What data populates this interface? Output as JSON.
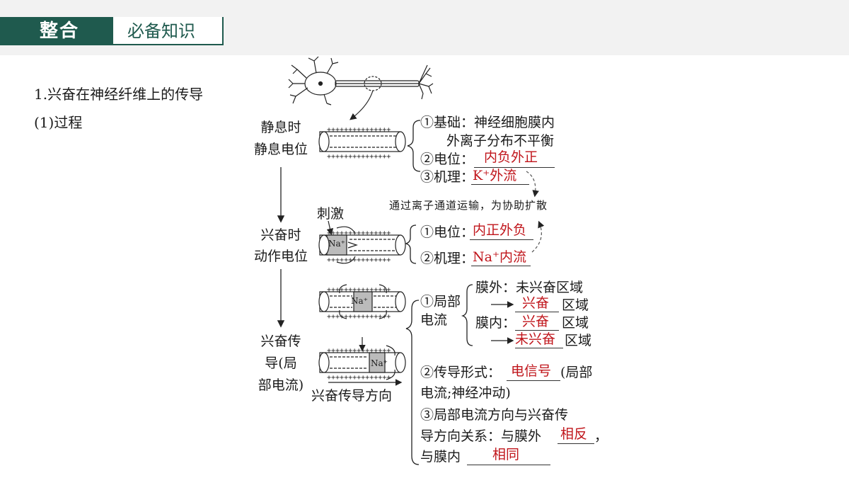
{
  "header": {
    "tab_title": "整合",
    "tab_subtitle": "必备知识"
  },
  "section": {
    "heading": "1.兴奋在神经纤维上的传导",
    "subheading": "(1)过程"
  },
  "resting": {
    "stage_line1": "静息时",
    "stage_line2": "静息电位",
    "basis_line1": "①基础：神经细胞膜内",
    "basis_line2": "外离子分布不平衡",
    "potential_label": "②电位：",
    "potential_answer": "内负外正",
    "mechanism_label": "③机理：",
    "mechanism_answer": "K⁺外流"
  },
  "transport_note": "通过离子通道运输，为协助扩散",
  "stimulus_label": "刺激",
  "ion_label": "Na⁺",
  "excited": {
    "stage_line1": "兴奋时",
    "stage_line2": "动作电位",
    "potential_label": "①电位：",
    "potential_answer": "内正外负",
    "mechanism_label": "②机理：",
    "mechanism_answer": "Na⁺内流"
  },
  "conduction": {
    "stage_line1": "兴奋传",
    "stage_line2": "导(局",
    "stage_line3": "部电流)",
    "direction_caption": "兴奋传导方向",
    "local_current_line1": "①局部",
    "local_current_line2": "电流",
    "outside_label": "膜外：未兴奋区域",
    "outside_answer": "兴奋",
    "region_word": "区域",
    "inside_label": "膜内：",
    "inside_answer1": "兴奋",
    "inside_answer2": "未兴奋",
    "form_label": "②传导形式：",
    "form_answer": "电信号",
    "form_suffix": "(局部",
    "form_line2": "电流;神经冲动)",
    "relation_line1": "③局部电流方向与兴奋传",
    "relation_line2_prefix": "导方向关系：与膜外",
    "relation_answer_outside": "相反",
    "relation_comma": "，",
    "relation_line3_prefix": "与膜内",
    "relation_answer_inside": "相同"
  }
}
